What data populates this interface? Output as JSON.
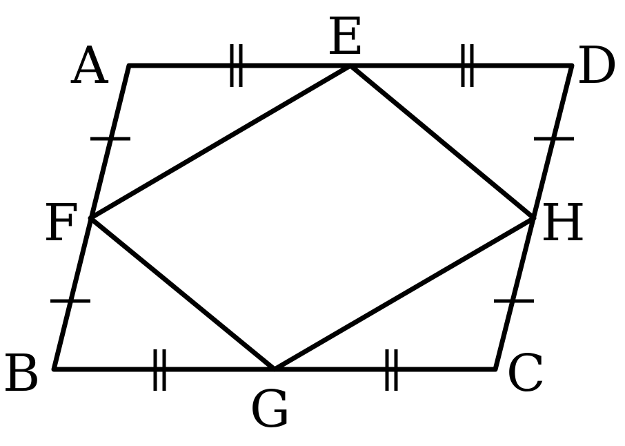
{
  "diagram": {
    "labels": {
      "A": "A",
      "B": "B",
      "C": "C",
      "D": "D",
      "E": "E",
      "F": "F",
      "G": "G",
      "H": "H"
    },
    "colors": {
      "stroke": "#000000",
      "background": "#ffffff"
    },
    "tick_marks": {
      "AF": 1,
      "FB": 1,
      "DH": 1,
      "HC": 1,
      "AE": 2,
      "ED": 2,
      "BG": 2,
      "GC": 2
    }
  }
}
